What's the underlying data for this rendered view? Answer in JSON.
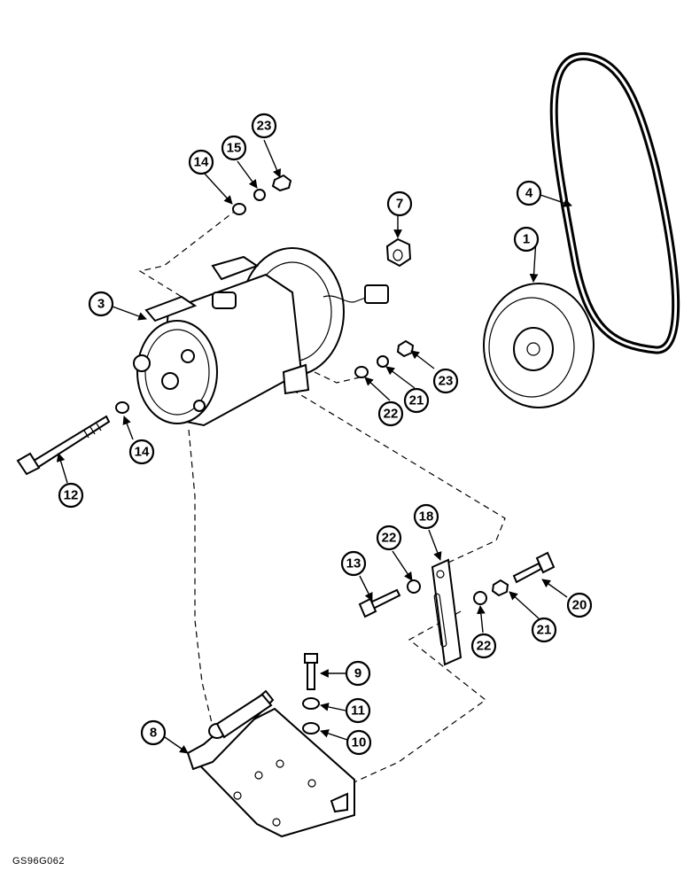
{
  "figure_code": "GS96G062",
  "callouts": [
    "1",
    "3",
    "4",
    "7",
    "8",
    "9",
    "10",
    "11",
    "12",
    "13",
    "14",
    "14",
    "15",
    "18",
    "20",
    "21",
    "21",
    "22",
    "22",
    "22",
    "23",
    "23"
  ]
}
